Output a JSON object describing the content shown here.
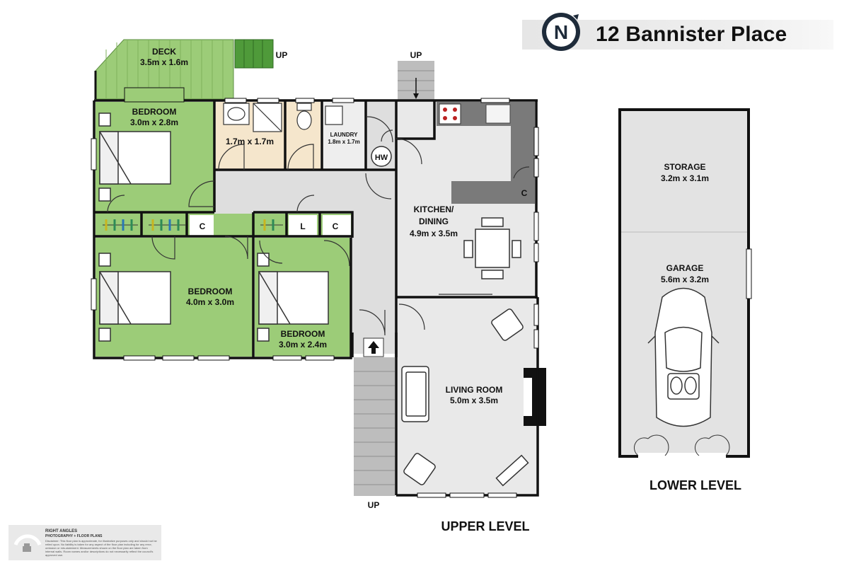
{
  "header": {
    "address": "12 Bannister Place",
    "compass_letter": "N"
  },
  "levels": {
    "upper": "UPPER LEVEL",
    "lower": "LOWER LEVEL"
  },
  "rooms": {
    "deck": {
      "name": "DECK",
      "size": "3.5m x 1.6m"
    },
    "bedroom_1": {
      "name": "BEDROOM",
      "size": "3.0m x 2.8m"
    },
    "bathroom": {
      "size": "1.7m x 1.7m"
    },
    "laundry": {
      "name": "LAUNDRY",
      "size": "1.8m x 1.7m"
    },
    "hot_water": "HW",
    "kitchen": {
      "name_line1": "KITCHEN/",
      "name_line2": "DINING",
      "size": "4.9m x 3.5m"
    },
    "bedroom_2": {
      "name": "BEDROOM",
      "size": "4.0m x 3.0m"
    },
    "bedroom_3": {
      "name": "BEDROOM",
      "size": "3.0m x 2.4m"
    },
    "living": {
      "name": "LIVING ROOM",
      "size": "5.0m x 3.5m"
    },
    "storage": {
      "name": "STORAGE",
      "size": "3.2m x 3.1m"
    },
    "garage": {
      "name": "GARAGE",
      "size": "5.6m x 3.2m"
    }
  },
  "labels": {
    "up": "UP",
    "cupboard": "C",
    "linen": "L"
  },
  "brand": {
    "name": "RIGHT ANGLES",
    "tagline": "PHOTOGRAPHY + FLOOR PLANS",
    "disclaimer": "Disclaimer: This floor plan is approximate, for illustrative purposes only and should not be relied upon. No liability is taken for any aspect of the floor plan including for any error, omission or mis-statement. Measurements shown on the floor plan are taken from internal walls. Room names and/or descriptions do not necessarily reflect the council's approved use."
  },
  "colors": {
    "bedroom": "#9ccc78",
    "deck": "#9ccc78",
    "wet_area": "#f5e6cc",
    "laundry": "#eeeeee",
    "hall": "#dedede",
    "kitchen": "#e9e9e9",
    "bench": "#7a7a7a",
    "wall": "#111111",
    "garage": "#e3e3e3",
    "stairs": "#bdbdbd"
  }
}
